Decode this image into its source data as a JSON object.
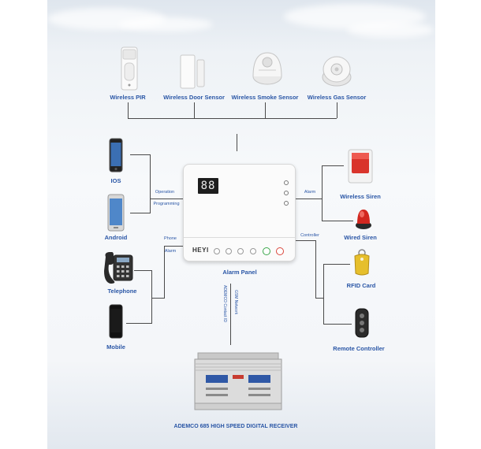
{
  "sensors": [
    {
      "label": "Wireless PIR",
      "icon": "pir-sensor-icon"
    },
    {
      "label": "Wireless Door Sensor",
      "icon": "door-sensor-icon"
    },
    {
      "label": "Wireless Smoke Sensor",
      "icon": "smoke-sensor-icon"
    },
    {
      "label": "Wireless Gas Sensor",
      "icon": "gas-sensor-icon"
    }
  ],
  "phones": [
    {
      "label": "IOS",
      "icon": "iphone-icon"
    },
    {
      "label": "Android",
      "icon": "android-phone-icon"
    },
    {
      "label": "Telephone",
      "icon": "telephone-icon"
    },
    {
      "label": "Mobile",
      "icon": "mobile-phone-icon"
    }
  ],
  "outputs": [
    {
      "label": "Wireless Siren",
      "icon": "wireless-siren-icon"
    },
    {
      "label": "Wired Siren",
      "icon": "wired-siren-icon"
    },
    {
      "label": "RFID Card",
      "icon": "rfid-card-icon"
    },
    {
      "label": "Remote Controller",
      "icon": "remote-controller-icon"
    }
  ],
  "connections": {
    "operation": "Operation",
    "programming": "Programming",
    "phone": "Phone",
    "alarm_left": "Alarm",
    "alarm_right": "Alarm",
    "controller": "Controller",
    "gsm_network": "GSM Network",
    "contact_id": "ADEMCO Contact ID"
  },
  "panel": {
    "label": "Alarm Panel",
    "display": "88",
    "logo": "HEYI"
  },
  "receiver": {
    "label": "ADEMCO 685 HIGH SPEED DIGITAL RECEIVER"
  },
  "colors": {
    "label_blue": "#2a56a6",
    "line": "#4a4a4a",
    "background": "#f4f6f9"
  }
}
